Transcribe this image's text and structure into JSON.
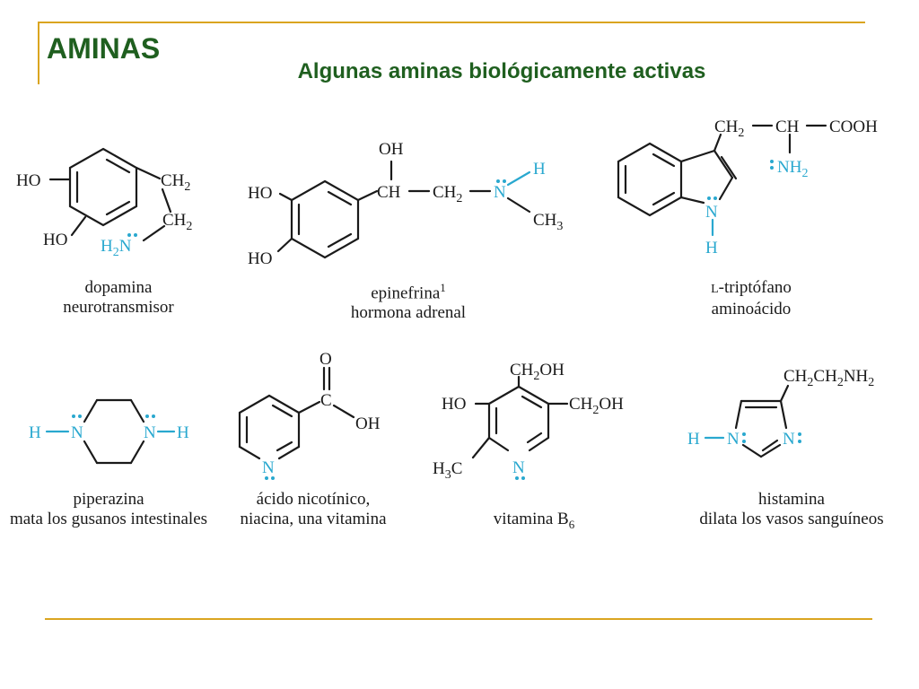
{
  "header": {
    "title": "AMINAS",
    "subtitle": "Algunas aminas biológicamente activas"
  },
  "colors": {
    "accent": "#daa520",
    "title_green": "#1f5f1f",
    "nitrogen": "#29a8cf",
    "text": "#1a1a1a"
  },
  "compounds": {
    "dopamina": {
      "atoms": {
        "ho1": "HO",
        "ho2": "HO",
        "ch2a": "CH",
        "ch2a_sub": "2",
        "ch2b": "CH",
        "ch2b_sub": "2",
        "h2n": "H",
        "h2n_sub": "2",
        "h2n_n": "N"
      },
      "name": "dopamina",
      "desc": "neurotransmisor"
    },
    "epinefrina": {
      "atoms": {
        "oh": "OH",
        "ho1": "HO",
        "ho2": "HO",
        "ch": "CH",
        "ch2": "CH",
        "ch2_sub": "2",
        "n": "N",
        "h": "H",
        "ch3": "CH",
        "ch3_sub": "3"
      },
      "name": "epinefrina",
      "name_sup": "1",
      "desc": "hormona adrenal"
    },
    "triptofano": {
      "atoms": {
        "ch2": "CH",
        "ch2_sub": "2",
        "ch": "CH",
        "cooh": "COOH",
        "nh2": "NH",
        "nh2_sub": "2",
        "n": "N",
        "h": "H"
      },
      "name_prefix": "L",
      "name": "-triptófano",
      "desc": "aminoácido"
    },
    "piperazina": {
      "atoms": {
        "h1": "H",
        "n1": "N",
        "n2": "N",
        "h2": "H"
      },
      "name": "piperazina",
      "desc": "mata los gusanos intestinales"
    },
    "nicotinico": {
      "atoms": {
        "o": "O",
        "c": "C",
        "oh": "OH",
        "n": "N"
      },
      "name": "ácido nicotínico,",
      "desc": "niacina, una vitamina"
    },
    "vitaminab6": {
      "atoms": {
        "ch2oh1": "CH",
        "ch2oh1_sub": "2",
        "ch2oh1_tail": "OH",
        "ho": "HO",
        "ch2oh2": "CH",
        "ch2oh2_sub": "2",
        "ch2oh2_tail": "OH",
        "h3c_h": "H",
        "h3c_sub": "3",
        "h3c_c": "C",
        "n": "N"
      },
      "name": "vitamina B",
      "name_sub": "6"
    },
    "histamina": {
      "atoms": {
        "chain_a": "CH",
        "chain_a_sub": "2",
        "chain_b": "CH",
        "chain_b_sub": "2",
        "chain_c": "NH",
        "chain_c_sub": "2",
        "h": "H",
        "n1": "N",
        "n2": "N"
      },
      "name": "histamina",
      "desc": "dilata los vasos sanguíneos"
    }
  }
}
